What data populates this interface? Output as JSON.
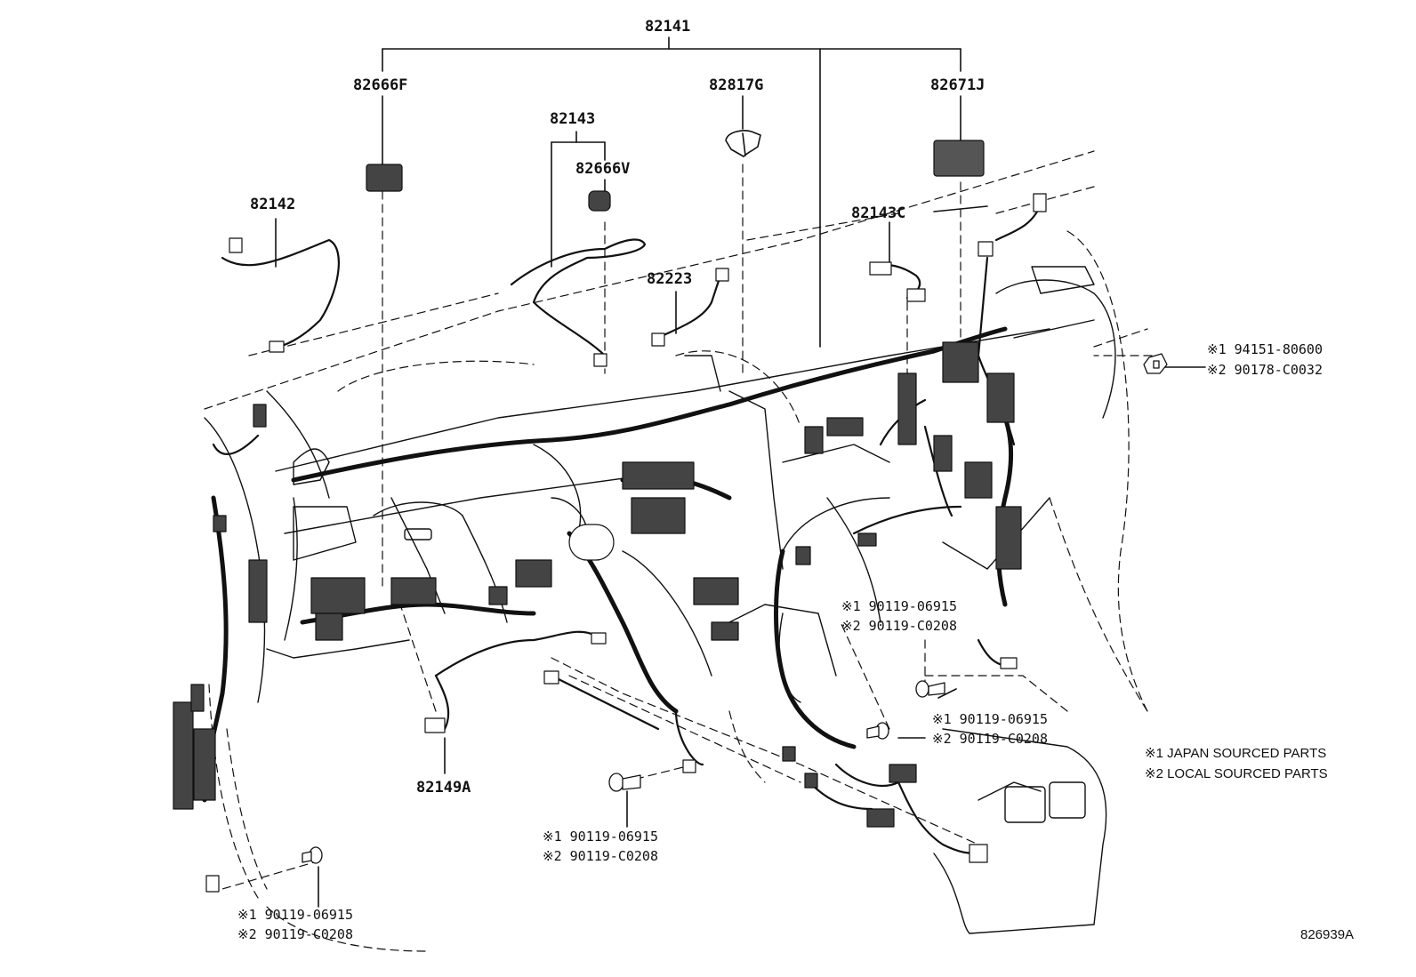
{
  "diagram": {
    "parts": {
      "p82141": "82141",
      "p82666F": "82666F",
      "p82817G": "82817G",
      "p82671J": "82671J",
      "p82143": "82143",
      "p82666V": "82666V",
      "p82142": "82142",
      "p82143C": "82143C",
      "p82223": "82223",
      "p82149A": "82149A"
    },
    "fasteners": {
      "nut_right": {
        "line1": "※1 94151-80600",
        "line2": "※2 90178-C0032"
      },
      "bolt_mid_right": {
        "line1": "※1 90119-06915",
        "line2": "※2 90119-C0208"
      },
      "bolt_console": {
        "line1": "※1 90119-06915",
        "line2": "※2 90119-C0208"
      },
      "bolt_bottom_center": {
        "line1": "※1 90119-06915",
        "line2": "※2 90119-C0208"
      },
      "bolt_bottom_left": {
        "line1": "※1 90119-06915",
        "line2": "※2 90119-C0208"
      }
    },
    "legend": {
      "line1": "※1 JAPAN SOURCED PARTS",
      "line2": "※2 LOCAL SOURCED PARTS"
    },
    "illustration_code": "826939A",
    "colors": {
      "ink": "#111111",
      "background": "#ffffff"
    }
  }
}
